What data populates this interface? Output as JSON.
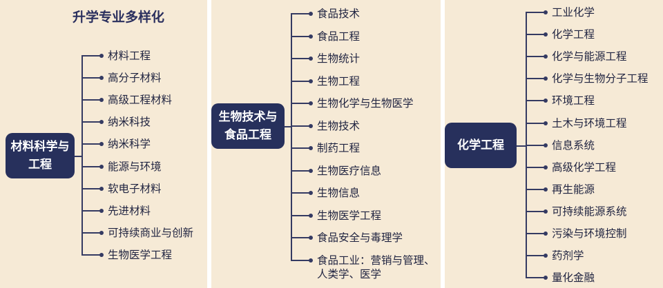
{
  "header": {
    "title": "升学专业多样化"
  },
  "panels": [
    {
      "root": "材料科学与工程",
      "items": [
        "材料工程",
        "高分子材料",
        "高级工程材料",
        "纳米科技",
        "纳米科学",
        "能源与环境",
        "软电子材料",
        "先进材料",
        "可持续商业与创新",
        "生物医学工程"
      ]
    },
    {
      "root": "生物技术与食品工程",
      "items": [
        "食品技术",
        "食品工程",
        "生物统计",
        "生物工程",
        "生物化学与生物医学",
        "生物技术",
        "制药工程",
        "生物医疗信息",
        "生物信息",
        "生物医学工程",
        "食品安全与毒理学",
        "食品工业：营销与管理、人类学、医学"
      ]
    },
    {
      "root": "化学工程",
      "items": [
        "工业化学",
        "化学工程",
        "化学与能源工程",
        "化学与生物分子工程",
        "环境工程",
        "土木与环境工程",
        "信息系统",
        "高级化学工程",
        "再生能源",
        "可持续能源系统",
        "污染与环境控制",
        "药剂学",
        "量化金融"
      ]
    }
  ],
  "colors": {
    "panel_bg": "#f6ead6",
    "node_bg": "#27305c",
    "line": "#343a62",
    "text": "#1f2340"
  }
}
